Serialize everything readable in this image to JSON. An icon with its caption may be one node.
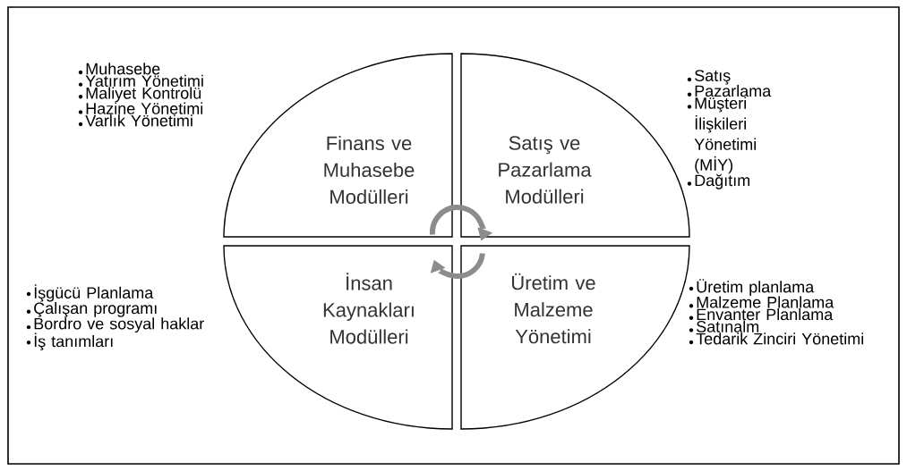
{
  "diagram": {
    "nodes": [
      {
        "text": [
          "Finans ve Muhasebe Modülleri"
        ],
        "beside": [
          "Muhasebe",
          "Yatırım Yönetimi",
          "Maliyet Kontrolü",
          "Hazine Yönetimi",
          "Varlık Yönetimi"
        ]
      },
      {
        "text": [
          "Satış ve Pazarlama Modülleri"
        ],
        "beside": [
          "Satış",
          "Pazarlama",
          "Müşteri İlişkileri Yönetimi (MİY)",
          "Dağıtım"
        ]
      },
      {
        "text": [
          "İnsan Kaynakları Modülleri"
        ],
        "beside": [
          "İşgücü Planlama",
          "Çalışan programı",
          "Bordro ve sosyal haklar",
          "İş tanımları"
        ]
      },
      {
        "text": [
          "Üretim ve Malzeme Yönetimi"
        ],
        "beside": [
          "Üretim planlama",
          "Malzeme Planlama",
          "Envanter Planlama",
          "Satınalm",
          "Tedarik Zinciri Yönetimi"
        ]
      }
    ],
    "edges": [
      {
        "from": 0,
        "to": 1,
        "arrow": "to"
      },
      {
        "from": 3,
        "to": 2,
        "arrow": "to"
      }
    ]
  }
}
